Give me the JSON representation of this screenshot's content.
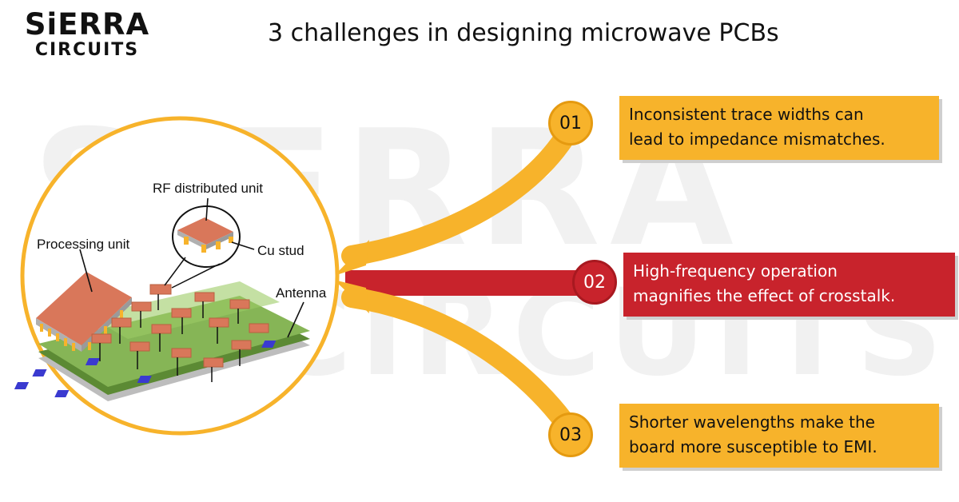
{
  "brand": {
    "line1": "SiERRA",
    "line2": "CIRCUITS"
  },
  "title": "3 challenges in designing microwave PCBs",
  "watermark": {
    "line1": "SIERRA",
    "line2": "CIRCUITS"
  },
  "diagram_labels": {
    "rf": "RF distributed unit",
    "processing": "Processing unit",
    "cu": "Cu stud",
    "antenna": "Antenna"
  },
  "challenges": [
    {
      "number": "01",
      "line1": "Inconsistent trace widths can",
      "line2": "lead to impedance mismatches.",
      "color": "#f7b32b"
    },
    {
      "number": "02",
      "line1": "High-frequency operation",
      "line2": "magnifies the effect of crosstalk.",
      "color": "#c8232c"
    },
    {
      "number": "03",
      "line1": "Shorter wavelengths make the",
      "line2": "board more susceptible to EMI.",
      "color": "#f7b32b"
    }
  ],
  "colors": {
    "accent_yellow": "#f7b32b",
    "accent_red": "#c8232c",
    "copper": "#d9775a",
    "board_green": "#7aa84c",
    "antenna_blue": "#3a3ad0"
  }
}
